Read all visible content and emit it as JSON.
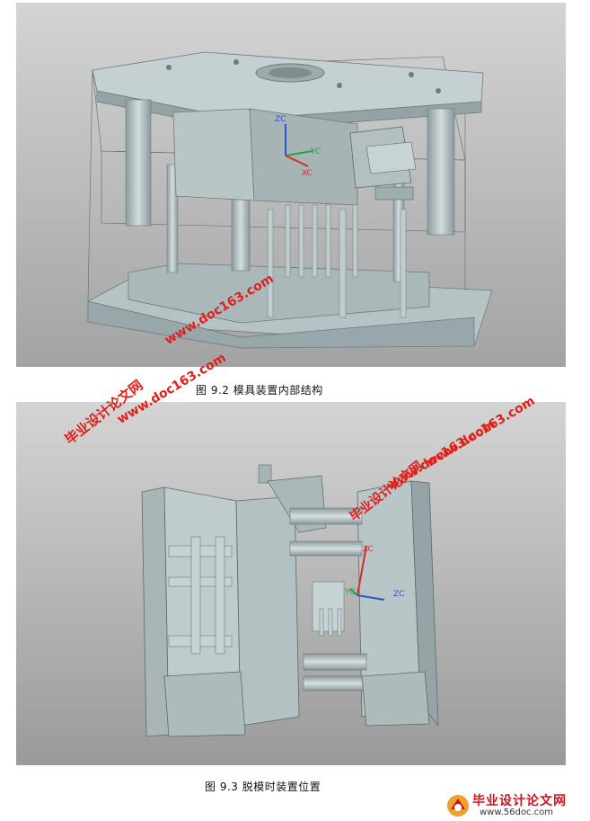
{
  "figures": [
    {
      "caption": "图 9.2 模具装置内部结构",
      "axis_labels": {
        "z": "ZC",
        "y": "YC",
        "x": "XC"
      }
    },
    {
      "caption": "图 9.3 脱模时装置位置",
      "axis_labels": {
        "z": "ZC",
        "y": "YC",
        "x": "XC"
      }
    }
  ],
  "watermarks": {
    "site_name": "毕业设计论文网",
    "site_url": "www.doc163.com"
  },
  "footer_logo": {
    "title": "毕业设计论文网",
    "url": "www.56doc.com"
  },
  "colors": {
    "background_top": "#d2d2d2",
    "background_bottom": "#9c9c9c",
    "mold_body": "#bcc9cb",
    "mold_shadow": "#8a9a9c",
    "watermark": "#e0201a"
  }
}
